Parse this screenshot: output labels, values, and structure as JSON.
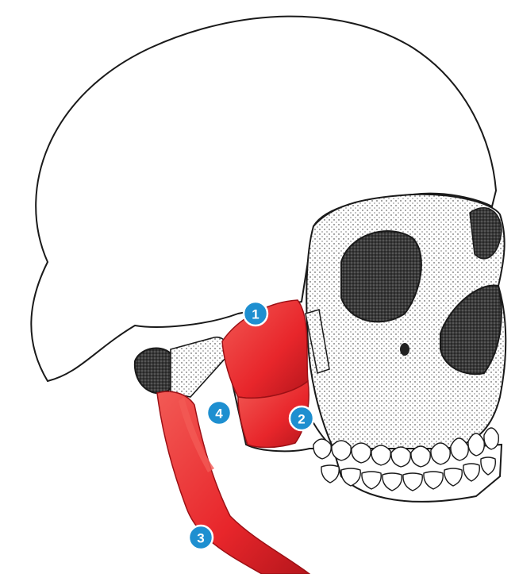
{
  "colors": {
    "muscle": "#e8262b",
    "muscle_dark": "#b5161c",
    "muscle_light": "#f25a55",
    "marker": "#1e8fd0",
    "bone_outline": "#1a1a1a",
    "bone_fill": "#ffffff"
  },
  "markers": [
    {
      "label": "1",
      "structure": "muscle-upper-cheek"
    },
    {
      "label": "2",
      "structure": "muscle-lower-cheek"
    },
    {
      "label": "3",
      "structure": "muscle-neck"
    },
    {
      "label": "4",
      "structure": "ligament-joint"
    }
  ]
}
